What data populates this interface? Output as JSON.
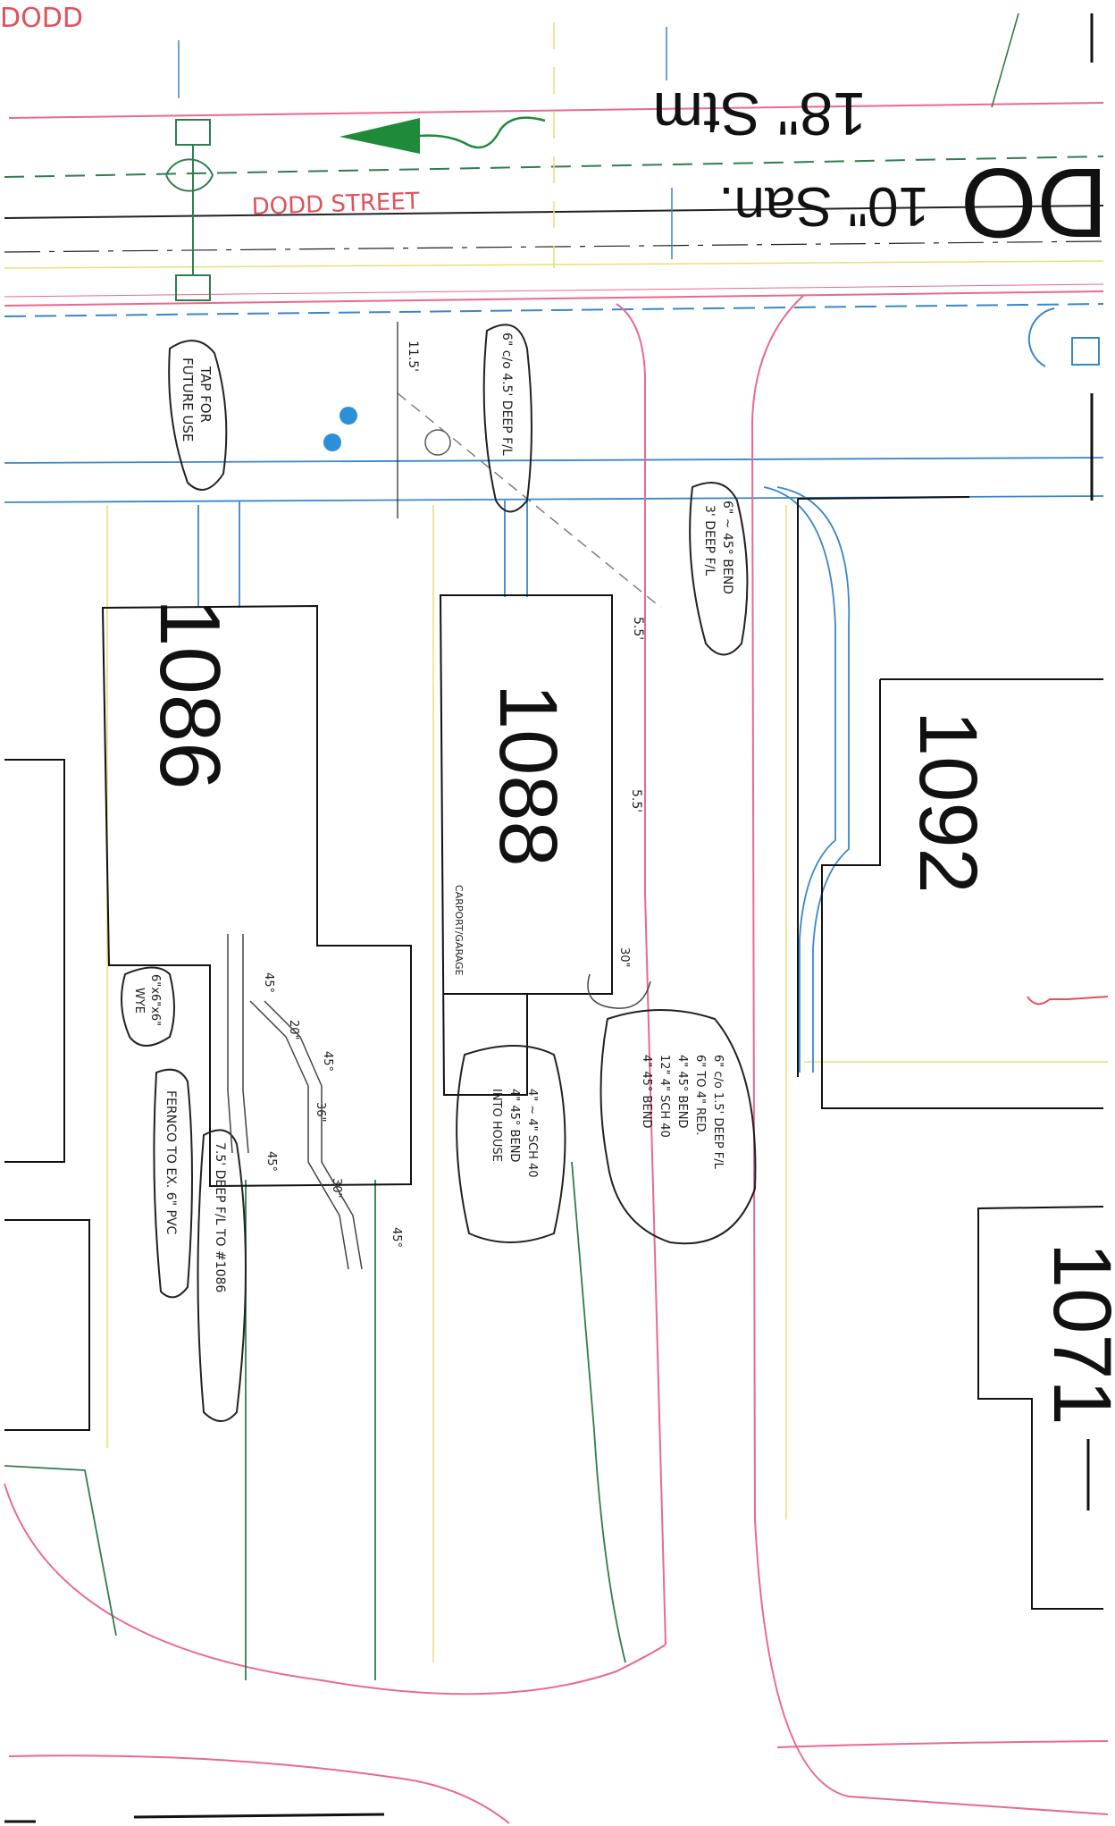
{
  "colors": {
    "property_line": "#e96a8e",
    "water_line": "#3b86c8",
    "sewer_green": "#2f7d4f",
    "yellow": "#e6df7a",
    "label_red": "#e2515a",
    "arrow_green": "#1e8a3a"
  },
  "street": {
    "corner_label": "DODD",
    "street_label": "DODD  STREET",
    "storm_label": "18\" Stm",
    "sanitary_label": "10\" San.",
    "big_letters": "DO"
  },
  "lots": {
    "lot_1086": "1086",
    "lot_1088": "1088",
    "lot_1092": "1092",
    "lot_partial": "1071"
  },
  "annotations": {
    "tap": [
      "TAP FOR",
      "FUTURE USE"
    ],
    "cleanout_top": [
      "6\" c/o 4.5' DEEP F/L"
    ],
    "bend_45": [
      "6\" ~ 45° BEND",
      "3' DEEP F/L"
    ],
    "wye": [
      "6\"x6\"x6\"",
      "WYE"
    ],
    "fernco": [
      "FERNCO TO EX. 6\" PVC"
    ],
    "deep_fl": [
      "7.5' DEEP F/L TO #1086"
    ],
    "into_house": [
      "4\" ~ 4\" SCH 40",
      "4\" 45° BEND",
      "INTO HOUSE"
    ],
    "cleanout_right": [
      "6\" c/o 1.5' DEEP F/L",
      "6\" TO 4\" RED.",
      "4\" 45° BEND",
      "12\" 4\" SCH 40",
      "4\" 45° BEND"
    ],
    "carport": "CARPORT/GARAGE"
  },
  "dimensions": {
    "d_11_5": "11.5'",
    "d_5_5_top": "5.5'",
    "d_5_5_mid": "5.5'",
    "d_30_mid": "30\"",
    "d_45a": "45°",
    "d_20": "20\"",
    "d_45b": "45°",
    "d_36": "36\"",
    "d_45c": "45°",
    "d_30_low": "30\"",
    "d_45d": "45°"
  }
}
